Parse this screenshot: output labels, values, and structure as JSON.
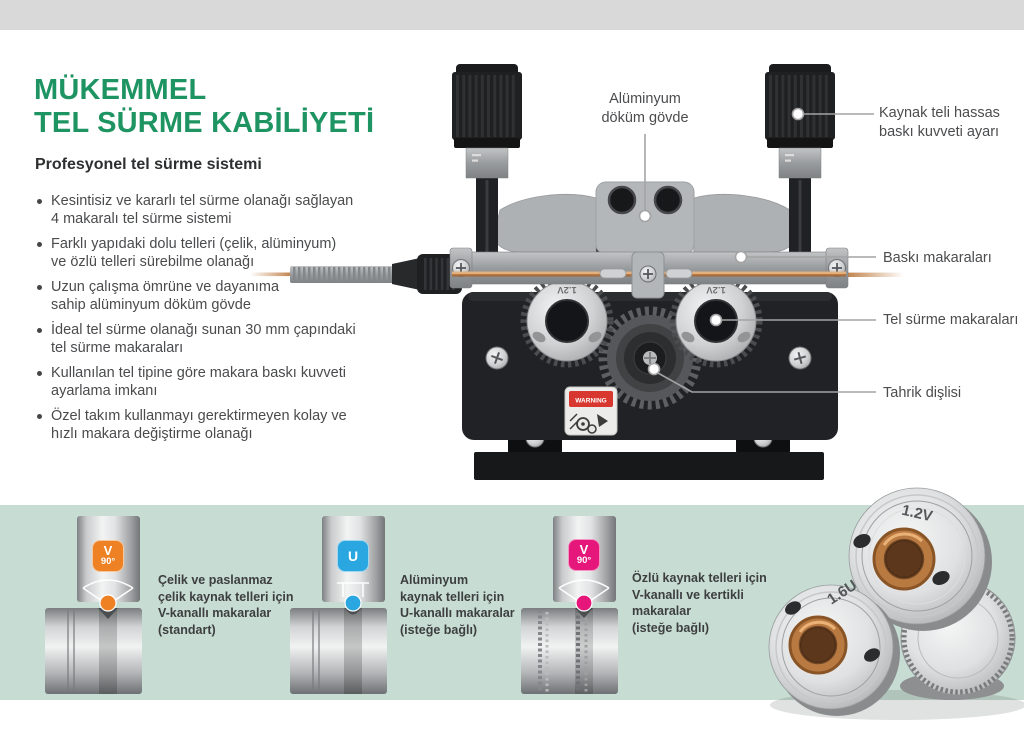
{
  "page": {
    "top_bar_color": "#d9d9d9",
    "band_color": "#c7dcd2",
    "background": "#ffffff",
    "title_color": "#1f9463"
  },
  "header": {
    "title": "MÜKEMMEL\nTEL SÜRME KABİLİYETİ",
    "subtitle": "Profesyonel tel sürme sistemi"
  },
  "features": [
    "Kesintisiz ve kararlı tel sürme olanağı sağlayan\n4 makaralı tel sürme sistemi",
    "Farklı yapıdaki dolu telleri (çelik, alüminyum)\nve özlü telleri sürebilme olanağı",
    "Uzun çalışma ömrüne ve dayanıma\nsahip alüminyum döküm gövde",
    "İdeal tel sürme olanağı sunan 30 mm çapındaki\ntel sürme makaraları",
    "Kullanılan tel tipine göre makara baskı kuvveti\nayarlama imkanı",
    "Özel takım kullanmayı gerektirmeyen kolay ve\nhızlı makara değiştirme olanağı"
  ],
  "diagram": {
    "callouts": [
      {
        "id": "aluminum-body",
        "label": "Alüminyum\ndöküm gövde"
      },
      {
        "id": "pressure-adjustment",
        "label": "Kaynak teli hassas\nbaskı kuvveti ayarı"
      },
      {
        "id": "pressure-rollers",
        "label": "Baskı makaraları"
      },
      {
        "id": "feed-rollers",
        "label": "Tel sürme makaraları"
      },
      {
        "id": "drive-gear",
        "label": "Tahrik dişlisi"
      }
    ],
    "roller_marking": "1.2V",
    "warning_label": "WARNING"
  },
  "roller_types": [
    {
      "badge": {
        "line1": "V",
        "line2": "90°",
        "color": "#ee8124"
      },
      "description": "Çelik ve paslanmaz\nçelik kaynak telleri için\nV-kanallı makaralar\n(standart)"
    },
    {
      "badge": {
        "line1": "U",
        "line2": "",
        "color": "#2aa7e0"
      },
      "description": "Alüminyum\nkaynak telleri için\nU-kanallı makaralar\n(isteğe bağlı)"
    },
    {
      "badge": {
        "line1": "V",
        "line2": "90°",
        "color": "#e5177b"
      },
      "description": "Özlü kaynak telleri için\nV-kanallı ve kertikli\nmakaralar\n(isteğe bağlı)"
    }
  ],
  "product_rollers": {
    "labels": [
      "1.2V",
      "1.6U"
    ]
  }
}
